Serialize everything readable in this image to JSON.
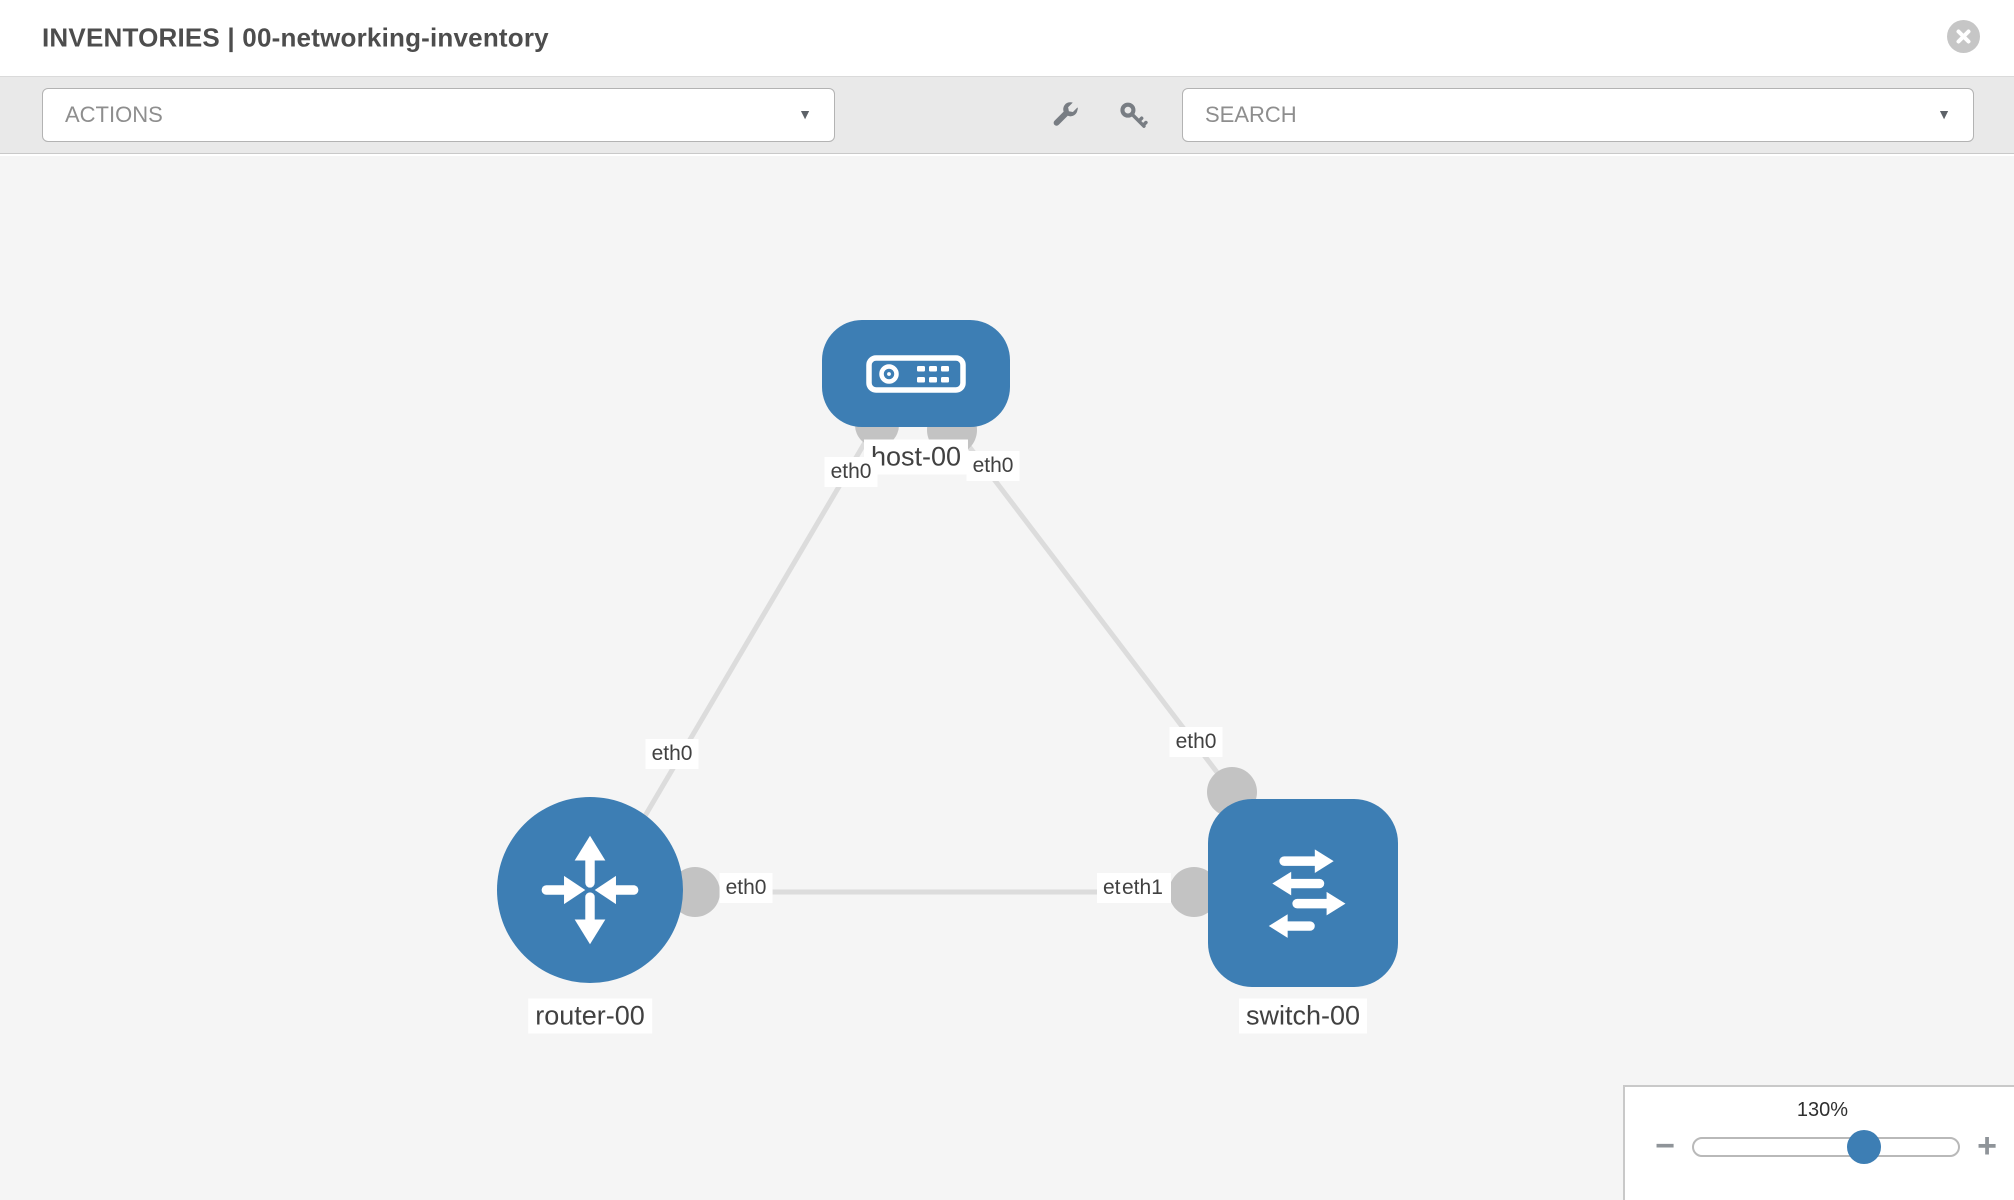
{
  "header": {
    "title": "INVENTORIES | 00-networking-inventory"
  },
  "toolbar": {
    "actions_label": "ACTIONS",
    "search_label": "SEARCH",
    "caret": "▼",
    "icons": [
      "wrench-icon",
      "key-icon"
    ]
  },
  "topology": {
    "labels": {
      "host": "host-00",
      "router": "router-00",
      "switch": "switch-00"
    },
    "interfaces": {
      "host_left": "eth0",
      "host_right": "eth0",
      "host_router_mid": "eth0",
      "host_switch_mid": "eth0",
      "hlink_router": "eth0",
      "hlink_switch_back": "eth0",
      "hlink_switch_front": "eth1"
    },
    "nodes": [
      {
        "id": "host-00",
        "type": "host"
      },
      {
        "id": "router-00",
        "type": "router"
      },
      {
        "id": "switch-00",
        "type": "switch"
      }
    ],
    "links": [
      {
        "from": "host-00",
        "from_interface": "eth0",
        "to": "router-00",
        "to_interface": "eth0"
      },
      {
        "from": "host-00",
        "from_interface": "eth0",
        "to": "switch-00",
        "to_interface": "eth0"
      },
      {
        "from": "router-00",
        "from_interface": "eth0",
        "to": "switch-00",
        "to_interface": "eth1"
      }
    ]
  },
  "zoom_control": {
    "level": "130%",
    "minus_glyph": "−",
    "plus_glyph": "+"
  },
  "colors": {
    "node_blue": "#3d7eb4",
    "link_gray": "#dcdcdc",
    "connector_gray": "#c3c3c3",
    "canvas_bg": "#f5f5f5",
    "toolbar_bg": "#e9e9e9"
  }
}
